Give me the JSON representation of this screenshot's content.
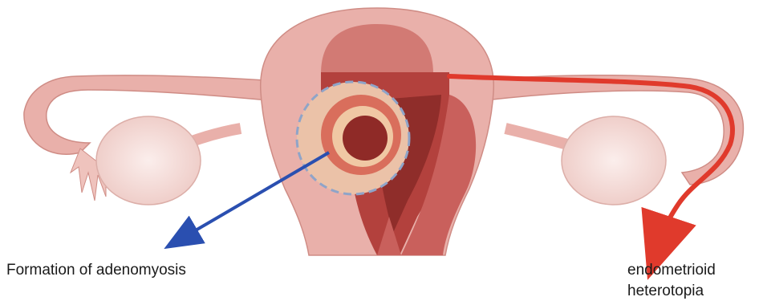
{
  "labels": {
    "adenomyosis": "Formation of adenomyosis",
    "heterotopia_line1": "endometrioid",
    "heterotopia_line2": "heterotopia"
  },
  "colors": {
    "tissue": "#e9b0aa",
    "muscle": "#c9605c",
    "cavity": "#9e3330",
    "ovary": "#f3dcd8",
    "lesion_outline": "#8fa4c8",
    "blue_arrow": "#2a4fb0",
    "red_arrow": "#e03a2c"
  }
}
